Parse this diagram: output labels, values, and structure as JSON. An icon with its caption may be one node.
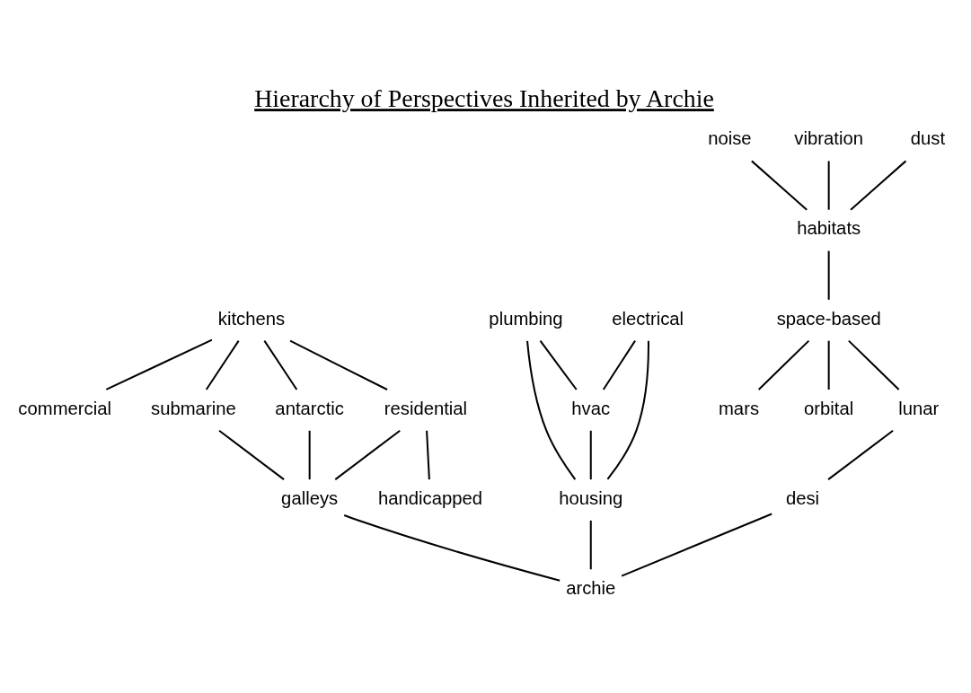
{
  "diagram": {
    "title": "Hierarchy of Perspectives Inherited by Archie",
    "nodes": [
      {
        "text": [
          "kitchens"
        ]
      },
      {
        "text": [
          "noise"
        ]
      },
      {
        "text": [
          "vibration"
        ]
      },
      {
        "text": [
          "dust"
        ]
      },
      {
        "text": [
          "plumbing"
        ]
      },
      {
        "text": [
          "electrical"
        ]
      },
      {
        "text": [
          "antarctic"
        ]
      },
      {
        "text": [
          "residential"
        ]
      },
      {
        "text": [
          "commercial"
        ]
      },
      {
        "text": [
          "habitats"
        ]
      },
      {
        "text": [
          "hvac"
        ]
      },
      {
        "text": [
          "submarine"
        ]
      },
      {
        "text": [
          "handicapped"
        ]
      },
      {
        "text": [
          "space-based"
        ]
      },
      {
        "text": [
          "housing"
        ]
      },
      {
        "text": [
          "galleys"
        ]
      },
      {
        "text": [
          "lunar"
        ]
      },
      {
        "text": [
          "mars"
        ]
      },
      {
        "text": [
          "orbital"
        ]
      },
      {
        "text": [
          "desi"
        ]
      },
      {
        "text": [
          "archie"
        ]
      }
    ],
    "edges": [
      {
        "from": 0,
        "to": 6,
        "arrow": "none"
      },
      {
        "from": 0,
        "to": 11,
        "arrow": "none"
      },
      {
        "from": 0,
        "to": 7,
        "arrow": "none"
      },
      {
        "from": 0,
        "to": 8,
        "arrow": "none"
      },
      {
        "from": 1,
        "to": 9,
        "arrow": "none"
      },
      {
        "from": 2,
        "to": 9,
        "arrow": "none"
      },
      {
        "from": 3,
        "to": 9,
        "arrow": "none"
      },
      {
        "from": 4,
        "to": 10,
        "arrow": "none"
      },
      {
        "from": 4,
        "to": 14,
        "arrow": "none"
      },
      {
        "from": 5,
        "to": 10,
        "arrow": "none"
      },
      {
        "from": 5,
        "to": 14,
        "arrow": "none"
      },
      {
        "from": 10,
        "to": 14,
        "arrow": "none"
      },
      {
        "from": 6,
        "to": 15,
        "arrow": "none"
      },
      {
        "from": 7,
        "to": 15,
        "arrow": "none"
      },
      {
        "from": 7,
        "to": 12,
        "arrow": "none"
      },
      {
        "from": 11,
        "to": 15,
        "arrow": "none"
      },
      {
        "from": 9,
        "to": 13,
        "arrow": "none"
      },
      {
        "from": 13,
        "to": 16,
        "arrow": "none"
      },
      {
        "from": 13,
        "to": 17,
        "arrow": "none"
      },
      {
        "from": 13,
        "to": 18,
        "arrow": "none"
      },
      {
        "from": 16,
        "to": 19,
        "arrow": "none"
      },
      {
        "from": 14,
        "to": 20,
        "arrow": "none"
      },
      {
        "from": 15,
        "to": 20,
        "arrow": "none"
      },
      {
        "from": 19,
        "to": 20,
        "arrow": "none"
      }
    ]
  }
}
